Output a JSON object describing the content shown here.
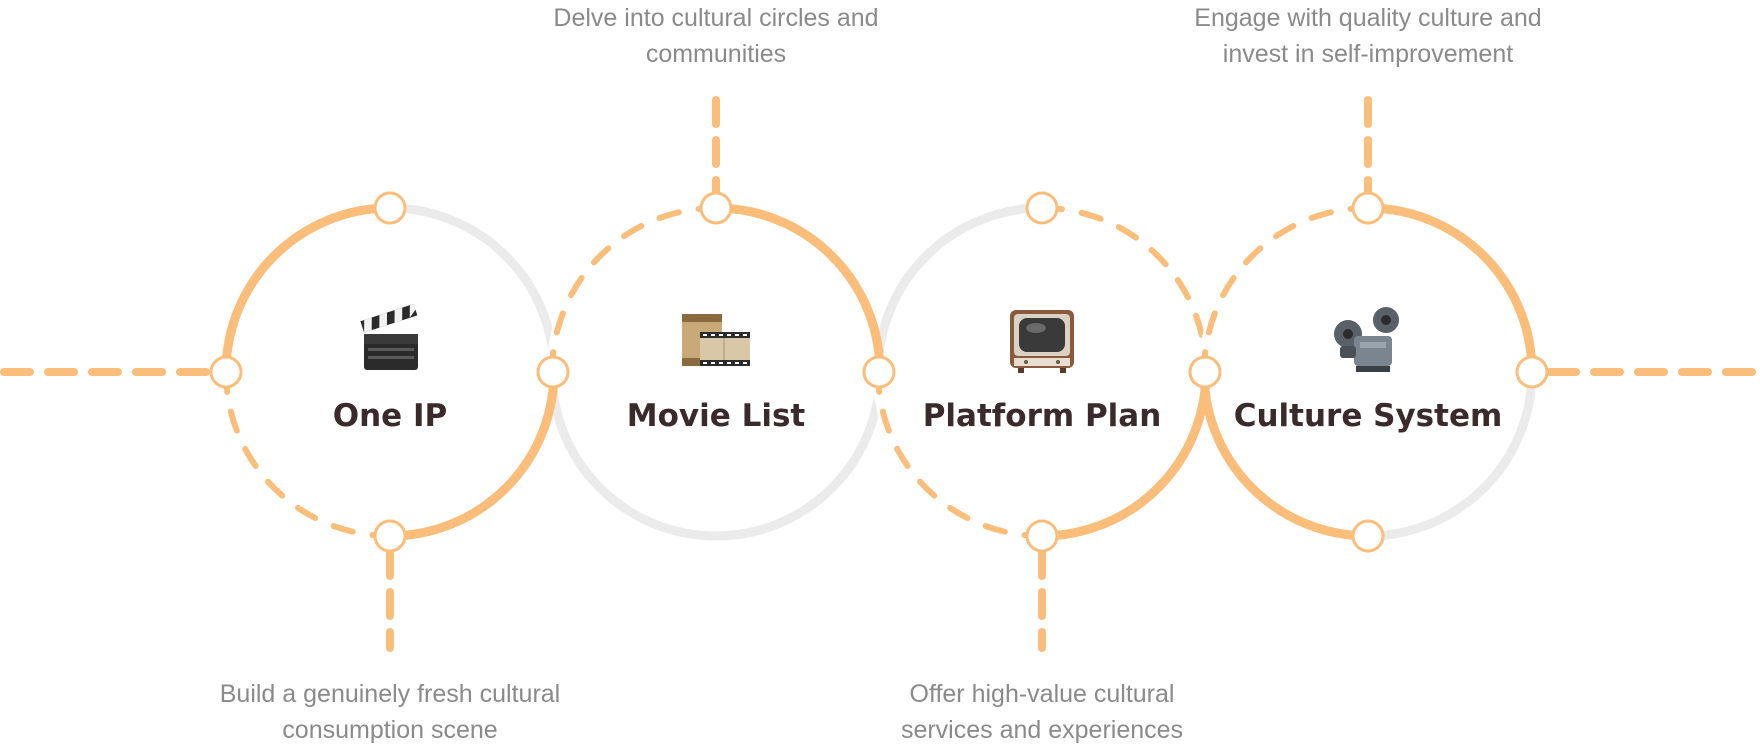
{
  "colors": {
    "accent": "#fbbd7a",
    "track": "#ebebeb",
    "title": "#3a2a2c",
    "caption": "#8a8a8a"
  },
  "nodes": [
    {
      "id": "one-ip",
      "title": "One IP",
      "icon": "clapper-board-icon"
    },
    {
      "id": "movie-list",
      "title": "Movie List",
      "icon": "film-reel-icon"
    },
    {
      "id": "platform-plan",
      "title": "Platform Plan",
      "icon": "television-icon"
    },
    {
      "id": "culture-system",
      "title": "Culture System",
      "icon": "film-projector-icon"
    }
  ],
  "captions": {
    "one_ip": {
      "line1": "Build a genuinely fresh cultural",
      "line2": "consumption scene"
    },
    "movie_list": {
      "line1": "Delve into cultural circles and",
      "line2": "communities"
    },
    "platform_plan": {
      "line1": "Offer high-value cultural",
      "line2": "services and experiences"
    },
    "culture_system": {
      "line1": "Engage with quality culture and",
      "line2": "invest in self-improvement"
    }
  }
}
